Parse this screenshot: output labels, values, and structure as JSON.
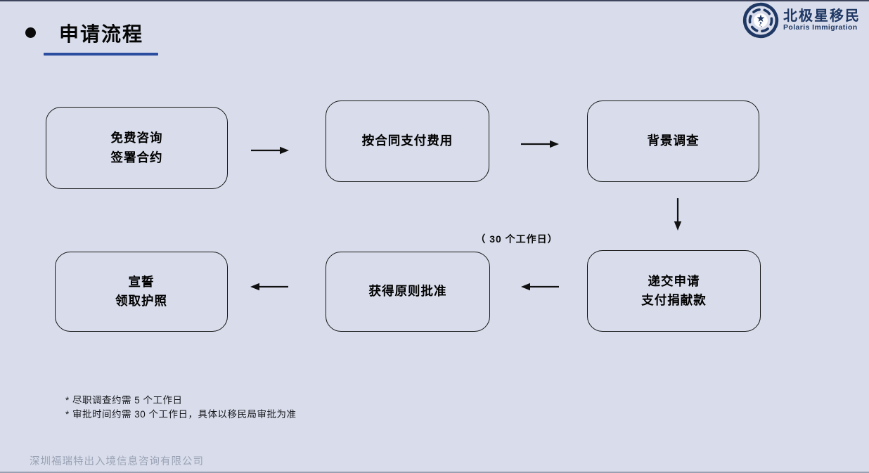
{
  "slide": {
    "title": "申请流程",
    "logo": {
      "name_zh": "北极星移民",
      "name_en": "Polaris Immigration",
      "color": "#1f3864"
    },
    "flow": {
      "steps": [
        {
          "label": "免费咨询\n签署合约"
        },
        {
          "label": "按合同支付费用"
        },
        {
          "label": "背景调查"
        },
        {
          "label": "递交申请\n支付捐献款"
        },
        {
          "label": "获得原则批准"
        },
        {
          "label": "宣誓\n领取护照"
        }
      ],
      "duration_note": "（ 30 个工作日）"
    },
    "footnotes": [
      "* 尽职调查约需 5 个工作日",
      "* 审批时间约需 30 个工作日，具体以移民局审批为准"
    ],
    "footer": "深圳福瑞特出入境信息咨询有限公司",
    "colors": {
      "background": "#d9ddeb",
      "accent_navy": "#2b4da0",
      "box_border": "#141414"
    }
  }
}
